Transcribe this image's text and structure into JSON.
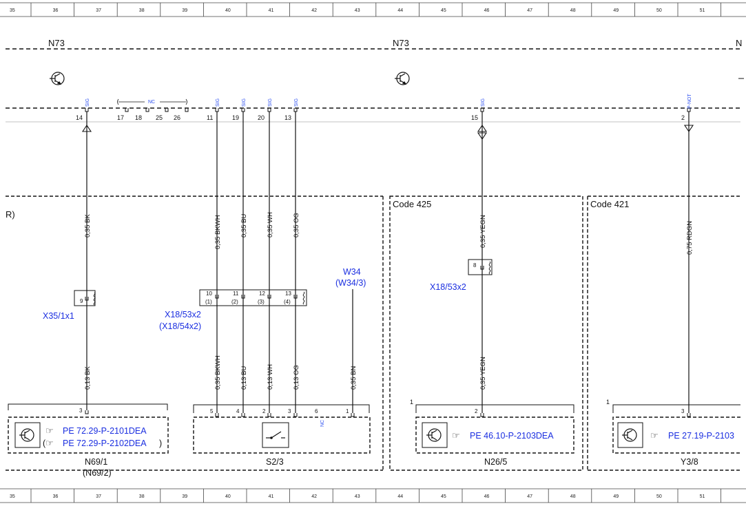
{
  "ruler": {
    "columns": [
      "35",
      "36",
      "37",
      "38",
      "39",
      "40",
      "41",
      "42",
      "43",
      "44",
      "45",
      "46",
      "47",
      "48",
      "49",
      "50",
      "51"
    ]
  },
  "module": {
    "label_left": "N73",
    "label_mid": "N73",
    "label_right_partial": "N"
  },
  "module_pins": {
    "p14": "14",
    "p17": "17",
    "p18": "18",
    "p25": "25",
    "p26": "26",
    "p11": "11",
    "p19": "19",
    "p20": "20",
    "p13": "13",
    "p15": "15",
    "p2": "2"
  },
  "signals": {
    "sig14": "SIG",
    "nc": "NC",
    "sig11": "SIG",
    "sig19": "SIG",
    "sig20": "SIG",
    "sig13": "SIG",
    "sig15": "SIG",
    "pnot": "P-NOT"
  },
  "wires": {
    "w1_top": "0,35 BK",
    "w1_bot": "0,13 BK",
    "w2_top": "0,35 BKWH",
    "w2_bot": "0,35 BKWH",
    "w3_top": "0,35 BU",
    "w3_bot": "0,13 BU",
    "w4_top": "0,35 WH",
    "w4_bot": "0,13 WH",
    "w5_top": "0,35 OG",
    "w5_bot": "0,13 OG",
    "w6_bot": "0,35 BN",
    "w7_top": "0,35 YEGN",
    "w7_bot": "0,35 YEGN",
    "w8_top": "0,75 RDGN"
  },
  "connectors": {
    "x35": "X35/1x1",
    "x35_pin": "9",
    "x18_main": "X18/53x2",
    "x18_alt": "(X18/54x2)",
    "x18_pins": [
      "10",
      "11",
      "12",
      "13"
    ],
    "x18_pins_alt": [
      "(1)",
      "(2)",
      "(3)",
      "(4)"
    ],
    "w34": "W34",
    "w34_alt": "(W34/3)",
    "x18b": "X18/53x2",
    "x18b_pin": "8"
  },
  "partial_label": "R)",
  "codes": {
    "c425": "Code 425",
    "c421": "Code 421"
  },
  "components": {
    "n69": {
      "name": "N69/1",
      "alt": "(N69/2)",
      "pin": "3",
      "ref1": "PE 72.29-P-2101DEA",
      "ref2_open": "(",
      "ref2": "PE 72.29-P-2102DEA",
      "ref2_close": ")"
    },
    "s2": {
      "name": "S2/3",
      "pins": [
        "5",
        "4",
        "2",
        "3",
        "6",
        "1"
      ],
      "nc": "NC"
    },
    "n26": {
      "name": "N26/5",
      "pin": "2",
      "corner": "1",
      "ref": "PE 46.10-P-2103DEA"
    },
    "y3": {
      "name": "Y3/8",
      "pin": "3",
      "corner": "1",
      "ref": "PE 27.19-P-2103"
    }
  },
  "colors": {
    "line": "#111111",
    "link": "#1a2ee0",
    "signal": "#2a4ef0"
  }
}
